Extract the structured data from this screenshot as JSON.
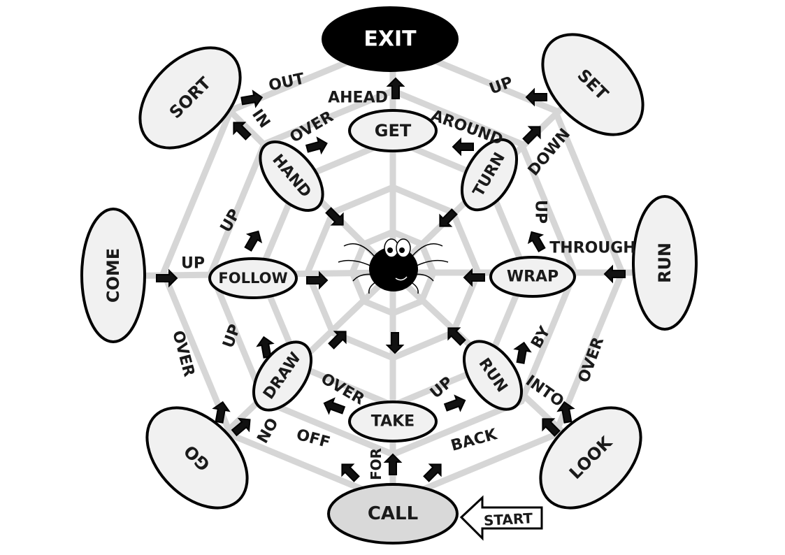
{
  "nodes": {
    "exit": "EXIT",
    "sort": "SORT",
    "set": "SET",
    "get": "GET",
    "hand": "HAND",
    "turn": "TURN",
    "come": "COME",
    "follow": "FOLLOW",
    "wrap": "WRAP",
    "run_outer": "RUN",
    "draw": "DRAW",
    "run_inner": "RUN",
    "take": "TAKE",
    "go": "GO",
    "look": "LOOK",
    "call": "CALL"
  },
  "labels": {
    "out": "OUT",
    "ahead": "AHEAD",
    "up_set": "UP",
    "in": "IN",
    "over_hand": "OVER",
    "around": "AROUND",
    "down": "DOWN",
    "up_follow": "UP",
    "up_come": "UP",
    "up_wrap": "UP",
    "through": "THROUGH",
    "over_go": "OVER",
    "up_draw": "UP",
    "by": "BY",
    "over_look": "OVER",
    "over_take": "OVER",
    "up_take": "UP",
    "into": "INTO",
    "on": "ON",
    "off": "OFF",
    "back": "BACK",
    "for": "FOR"
  },
  "start_label": "START"
}
